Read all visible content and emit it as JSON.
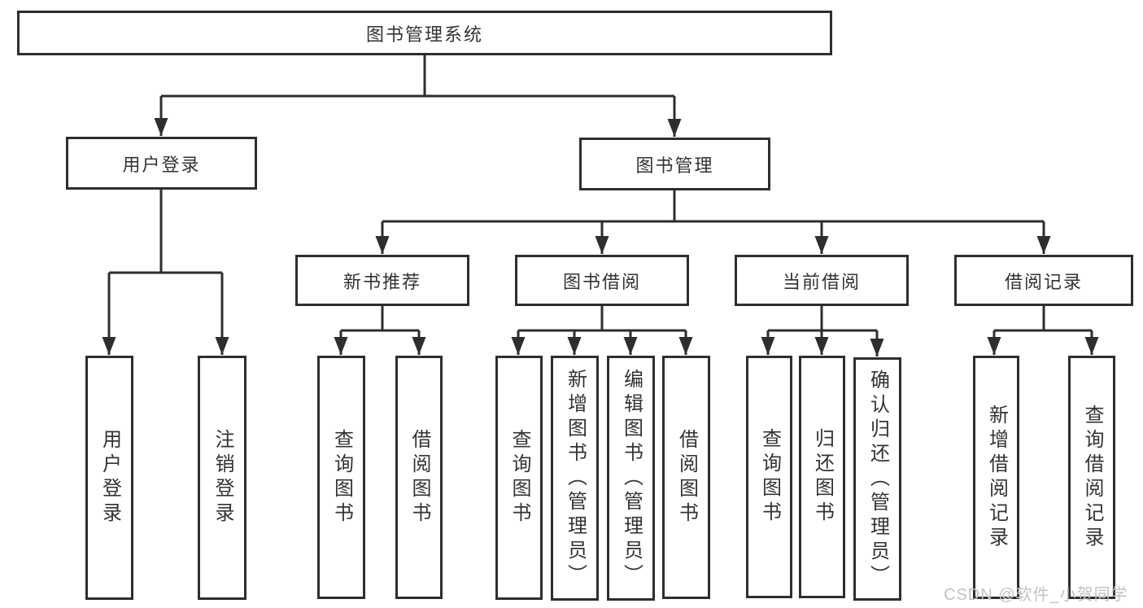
{
  "colors": {
    "line": "#2e2e2e",
    "box_border": "#2e2e2e",
    "box_background": "#ffffff",
    "text": "#333333",
    "watermark": "#c3c3c3",
    "page_background": "#ffffff"
  },
  "watermark": "CSDN @软件_小贺同学",
  "tree": {
    "root": {
      "label": "图书管理系统"
    },
    "branches": [
      {
        "label": "用户登录",
        "leaves": [
          {
            "label": "用户登录"
          },
          {
            "label": "注销登录"
          }
        ]
      },
      {
        "label": "图书管理",
        "groups": [
          {
            "label": "新书推荐",
            "leaves": [
              {
                "label": "查询图书"
              },
              {
                "label": "借阅图书"
              }
            ]
          },
          {
            "label": "图书借阅",
            "leaves": [
              {
                "label": "查询图书"
              },
              {
                "label": "新增图书（管理员）"
              },
              {
                "label": "编辑图书（管理员）"
              },
              {
                "label": "借阅图书"
              }
            ]
          },
          {
            "label": "当前借阅",
            "leaves": [
              {
                "label": "查询图书"
              },
              {
                "label": "归还图书"
              },
              {
                "label": "确认归还（管理员）"
              }
            ]
          },
          {
            "label": "借阅记录",
            "leaves": [
              {
                "label": "新增借阅记录"
              },
              {
                "label": "查询借阅记录"
              }
            ]
          }
        ]
      }
    ]
  }
}
